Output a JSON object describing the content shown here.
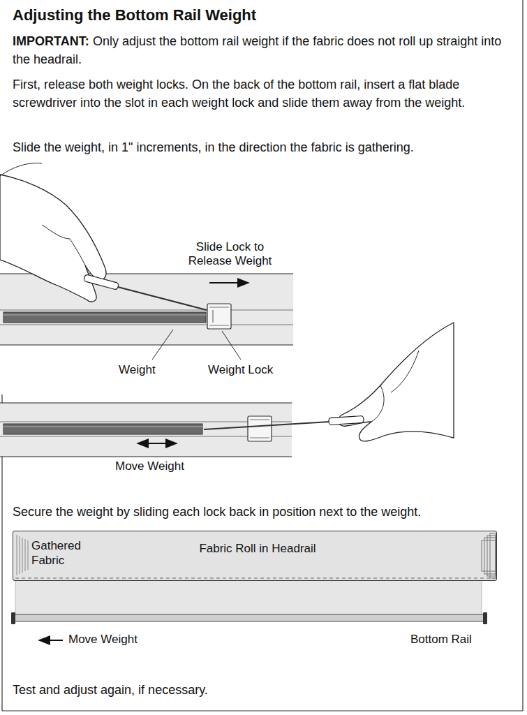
{
  "diagram": {
    "title": "Adjusting the Bottom Rail Weight",
    "nodes": [
      {
        "text": [
          "Gathered Fabric",
          "Fabric Roll in Headrail"
        ]
      }
    ],
    "labels": [
      "IMPORTANT:",
      "Only adjust the bottom rail weight if the fabric does not roll up straight into the headrail.",
      "First, release both weight locks. On the back of the bottom rail, insert a flat blade screwdriver into the slot in each weight lock and slide them away from the weight.",
      "Slide the weight, in 1\" increments, in the direction the fabric is gathering.",
      "Slide Lock to Release Weight",
      "Weight",
      "Weight Lock",
      "Move Weight",
      "Secure the weight by sliding each lock back in position next to the weight.",
      "Move Weight",
      "Bottom Rail",
      "Test and adjust again, if necessary."
    ]
  }
}
